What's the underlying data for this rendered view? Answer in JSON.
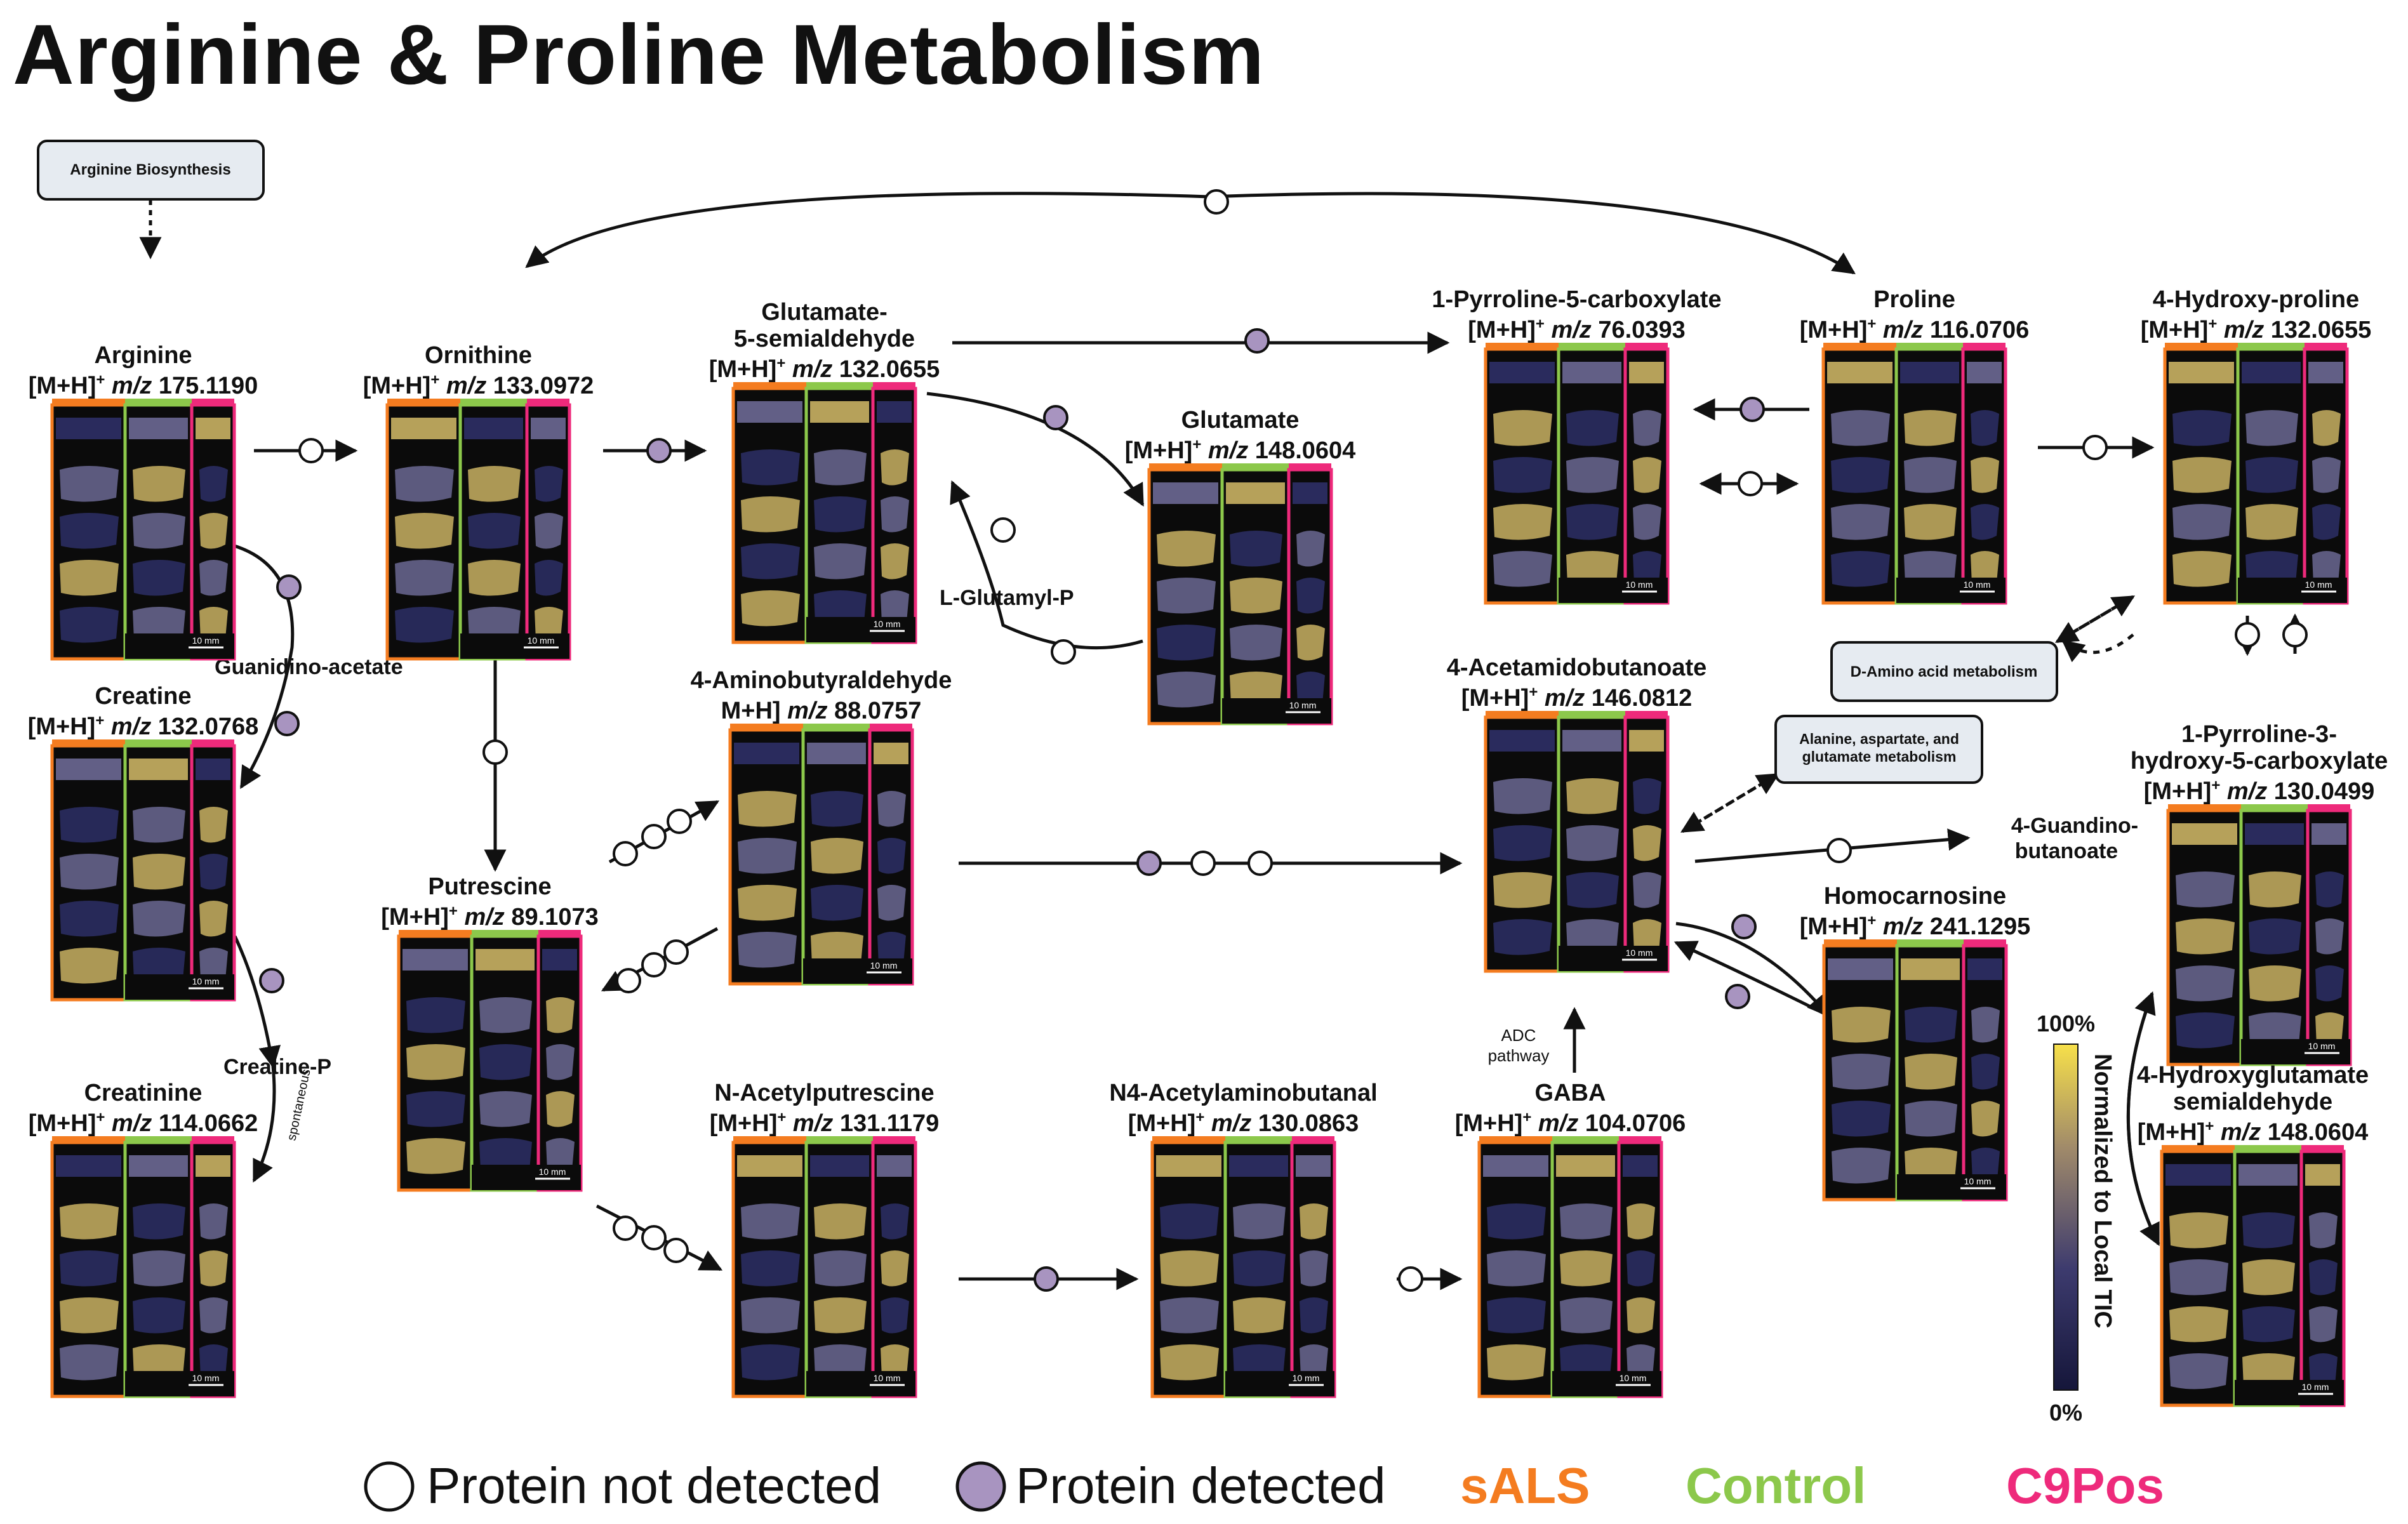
{
  "title": "Arginine & Proline Metabolism",
  "colors": {
    "sALS": "#f47c20",
    "Control": "#8cc84b",
    "C9Pos": "#ee2a7b",
    "protein_detected": "#a894c0",
    "protein_not_detected": "#ffffff",
    "panel_bg": "#0b0b0b",
    "pathway_box": "#e6ebf1"
  },
  "colorbar": {
    "max": "100%",
    "min": "0%",
    "label": "Normalized to Local TIC"
  },
  "scalebar_label": "10 mm",
  "legend": {
    "not_detected": "Protein not detected",
    "detected": "Protein detected",
    "groups": [
      "sALS",
      "Control",
      "C9Pos"
    ]
  },
  "pathways": {
    "arginine_biosynthesis": "Arginine Biosynthesis",
    "d_amino": "D-Amino acid metabolism",
    "alanine_line1": "Alanine, aspartate, and",
    "alanine_line2": "glutamate metabolism"
  },
  "intermediates": {
    "guanidinoacetate": "Guanidino-acetate",
    "creatine_p": "Creatine-P",
    "spontaneous": "spontaneous",
    "glutamyl_p": "L-Glutamyl-P",
    "adc_line1": "ADC",
    "adc_line2": "pathway",
    "guandino_line1": "4-Guandino-",
    "guandino_line2": "butanoate"
  },
  "metabolites": [
    {
      "id": "arginine",
      "name": [
        "Arginine"
      ],
      "mz": "175.1190"
    },
    {
      "id": "ornithine",
      "name": [
        "Ornithine"
      ],
      "mz": "133.0972"
    },
    {
      "id": "glutamate_sa",
      "name": [
        "Glutamate-",
        "5-semialdehyde"
      ],
      "mz": "132.0655"
    },
    {
      "id": "glutamate",
      "name": [
        "Glutamate"
      ],
      "mz": "148.0604"
    },
    {
      "id": "p5c",
      "name": [
        "1-Pyrroline-5-carboxylate"
      ],
      "mz": "76.0393"
    },
    {
      "id": "proline",
      "name": [
        "Proline"
      ],
      "mz": "116.0706"
    },
    {
      "id": "hydroxyproline",
      "name": [
        "4-Hydroxy-proline"
      ],
      "mz": "132.0655"
    },
    {
      "id": "creatine",
      "name": [
        "Creatine"
      ],
      "mz": "132.0768"
    },
    {
      "id": "aminobutyraldehyde",
      "name": [
        "4-Aminobutyraldehyde"
      ],
      "mz": "88.0757",
      "prefix": "M+H]"
    },
    {
      "id": "acetamidobutanoate",
      "name": [
        "4-Acetamidobutanoate"
      ],
      "mz": "146.0812"
    },
    {
      "id": "p3h5c",
      "name": [
        "1-Pyrroline-3-",
        "hydroxy-5-carboxylate"
      ],
      "mz": "130.0499"
    },
    {
      "id": "putrescine",
      "name": [
        "Putrescine"
      ],
      "mz": "89.1073"
    },
    {
      "id": "homocarnosine",
      "name": [
        "Homocarnosine"
      ],
      "mz": "241.1295"
    },
    {
      "id": "creatinine",
      "name": [
        "Creatinine"
      ],
      "mz": "114.0662"
    },
    {
      "id": "acetylputrescine",
      "name": [
        "N-Acetylputrescine"
      ],
      "mz": "131.1179"
    },
    {
      "id": "acetylaminobutanal",
      "name": [
        "N4-Acetylaminobutanal"
      ],
      "mz": "130.0863"
    },
    {
      "id": "gaba",
      "name": [
        "GABA"
      ],
      "mz": "104.0706"
    },
    {
      "id": "hydroxyglutamate_sa",
      "name": [
        "4-Hydroxyglutamate",
        "semialdehyde"
      ],
      "mz": "148.0604"
    }
  ]
}
